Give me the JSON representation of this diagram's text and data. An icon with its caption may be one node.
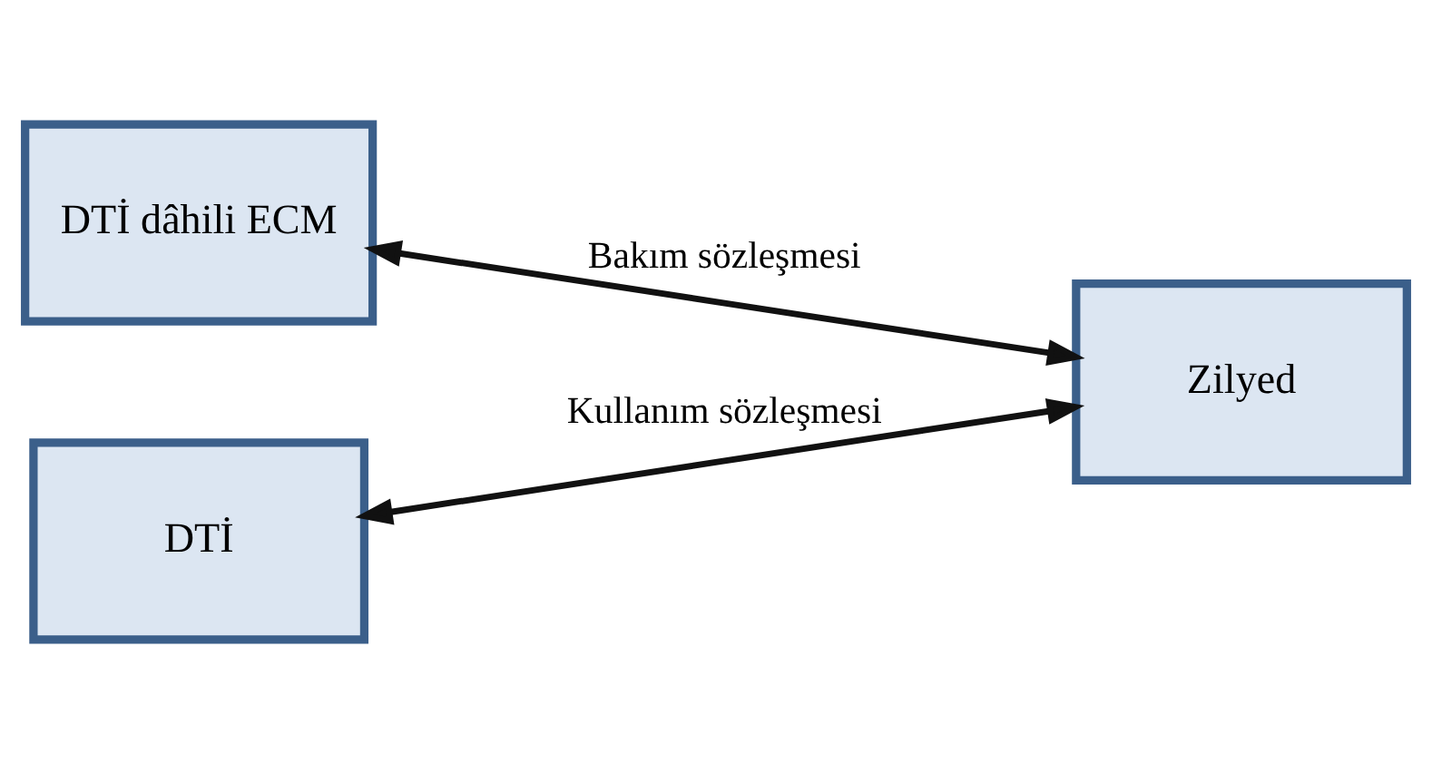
{
  "diagram": {
    "nodes": [
      {
        "text": [
          "DTİ dâhili ECM"
        ]
      },
      {
        "text": [
          "DTİ"
        ]
      },
      {
        "text": [
          "Zilyed"
        ]
      }
    ],
    "edges": [
      {
        "from": 0,
        "to": 2,
        "arrow": "both",
        "label": "Bakım sözleşmesi"
      },
      {
        "from": 1,
        "to": 2,
        "arrow": "both",
        "label": "Kullanım sözleşmesi"
      }
    ]
  }
}
